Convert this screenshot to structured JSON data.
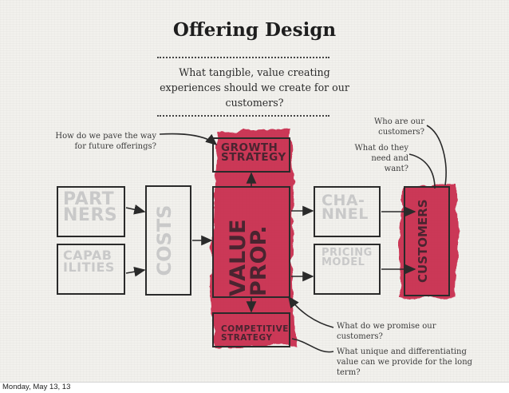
{
  "title": "Offering Design",
  "subtitle": "What tangible, value creating experiences should we create for our customers?",
  "footer_date": "Monday, May 13, 13",
  "colors": {
    "accent": "#c0183c",
    "ink": "#2a2a2a",
    "faded": "#c9c9c9"
  },
  "blocks": {
    "partners": "PART NERS",
    "capabilities": "CAPAB ILITIES",
    "costs": "COSTS",
    "value_prop": "VALUE PROP.",
    "growth": "GROWTH STRATEGY",
    "competitive": "COMPETITIVE STRATEGY",
    "channel": "CHA- NNEL",
    "pricing": "PRICING MODEL",
    "customers": "CUSTOMERS"
  },
  "questions": {
    "future": "How do we pave the way for future offerings?",
    "who": "Who are our customers?",
    "need": "What do they need and want?",
    "promise": "What do we promise our customers?",
    "unique": "What unique and differentiating value can we provide for the long term?"
  }
}
